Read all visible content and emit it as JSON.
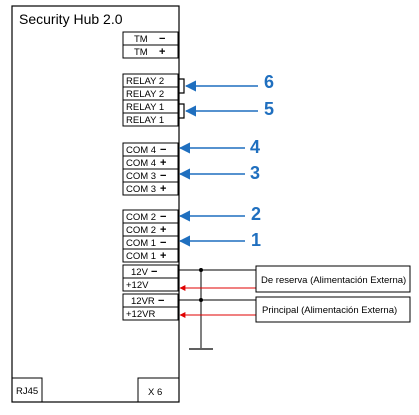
{
  "device": {
    "title": "Security Hub 2.0",
    "port_left": "RJ45",
    "port_right": "X 6"
  },
  "terminals": {
    "tm_minus": {
      "label": "TM",
      "sign": "−"
    },
    "tm_plus": {
      "label": "TM",
      "sign": "+"
    },
    "relay2_a": {
      "label": "RELAY 2"
    },
    "relay2_b": {
      "label": "RELAY 2"
    },
    "relay1_a": {
      "label": "RELAY 1"
    },
    "relay1_b": {
      "label": "RELAY 1"
    },
    "com4_minus": {
      "label": "COM 4",
      "sign": "−"
    },
    "com4_plus": {
      "label": "COM 4",
      "sign": "+"
    },
    "com3_minus": {
      "label": "COM 3",
      "sign": "−"
    },
    "com3_plus": {
      "label": "COM 3",
      "sign": "+"
    },
    "com2_minus": {
      "label": "COM 2",
      "sign": "−"
    },
    "com2_plus": {
      "label": "COM 2",
      "sign": "+"
    },
    "com1_minus": {
      "label": "COM 1",
      "sign": "−"
    },
    "com1_plus": {
      "label": "COM 1",
      "sign": "+"
    },
    "v12_minus": {
      "label": "12V",
      "sign": "−"
    },
    "v12_plus": {
      "label": "+12V"
    },
    "v12r_minus": {
      "label": "12VR",
      "sign": "−"
    },
    "v12r_plus": {
      "label": "+12VR"
    }
  },
  "callouts": {
    "c6": "6",
    "c5": "5",
    "c4": "4",
    "c3": "3",
    "c2": "2",
    "c1": "1"
  },
  "supplies": {
    "backup": "De reserva (Alimentación Externa)",
    "main": "Principal (Alimentación Externa)"
  },
  "colors": {
    "callout_blue": "#1f6fbf",
    "arrow_red": "#e00000",
    "line_black": "#000000"
  }
}
